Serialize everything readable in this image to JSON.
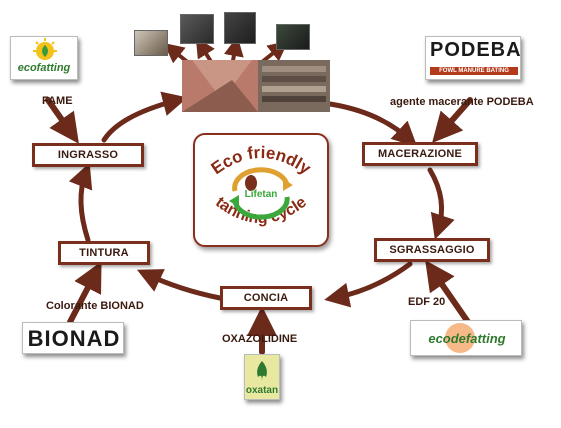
{
  "center": {
    "title_top": "Eco friendly",
    "title_bottom": "tanning cycle",
    "brand": "Lifetan"
  },
  "stages": {
    "ingrasso": "INGRASSO",
    "macerazione": "MACERAZIONE",
    "tintura": "TINTURA",
    "sgrassaggio": "SGRASSAGGIO",
    "concia": "CONCIA"
  },
  "agents": {
    "fame": "FAME",
    "podeba": "agente macerante PODEBA",
    "bionad": "Colorante BIONAD",
    "edf": "EDF 20",
    "oxazolidine": "OXAZOLIDINE"
  },
  "logos": {
    "ecofatting": "ecofatting",
    "podeba": "PODEBA",
    "podeba_sub": "FOWL MANURE BATING",
    "bionad": "BIONAD",
    "ecodefatting": "ecodefatting",
    "oxatan": "oxatan"
  },
  "colors": {
    "arrow": "#6b2a1a",
    "stage_border": "#7a2f1c",
    "center_text": "#8a2a14",
    "lifetan_green": "#3aa83a"
  }
}
